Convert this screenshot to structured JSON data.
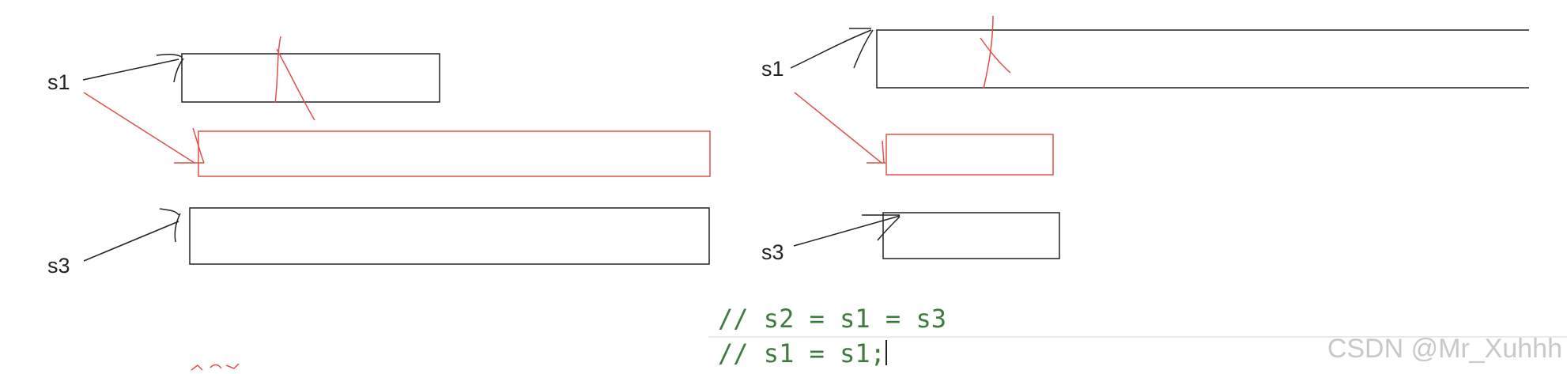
{
  "left_panel": {
    "s1_label": "s1",
    "s3_label": "s3"
  },
  "right_panel": {
    "s1_label": "s1",
    "s3_label": "s3"
  },
  "code": {
    "line1": "// s2 = s1 = s3",
    "line2": "// s1 = s1;"
  },
  "watermark": "CSDN @Mr_Xuhhh",
  "colors": {
    "black_box": "#222222",
    "red_box": "#e0504a",
    "code_green": "#3d7a3d",
    "watermark": "#c8c8c8"
  }
}
